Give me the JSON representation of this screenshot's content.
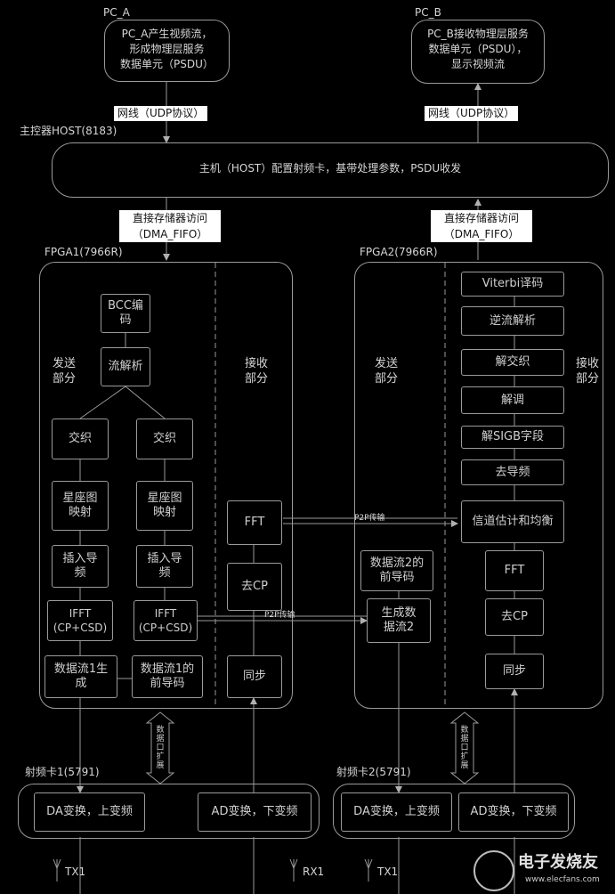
{
  "pc_a": {
    "title": "PC_A",
    "text": "PC_A产生视频流，\n形成物理层服务\n数据单元（PSDU）"
  },
  "pc_b": {
    "title": "PC_B",
    "text": "PC_B接收物理层服务\n数据单元（PSDU），\n显示视频流"
  },
  "links": {
    "udp_left": "网线（UDP协议）",
    "udp_right": "网线（UDP协议）",
    "dma_left": "直接存储器访问\n（DMA_FIFO）",
    "dma_right": "直接存储器访问\n（DMA_FIFO）",
    "p2p_fft": "P2P传输",
    "p2p_ifft": "P2P传输"
  },
  "host": {
    "title": "主控器HOST(8183)",
    "text": "主机（HOST）配置射频卡，基带处理参数，PSDU收发"
  },
  "fpga1": {
    "title": "FPGA1(7966R)",
    "tx_label": "发送\n部分",
    "rx_label": "接收\n部分",
    "bcc": "BCC编\n码",
    "stream_parse": "流解析",
    "interleave_1": "交织",
    "interleave_2": "交织",
    "map_1": "星座图\n映射",
    "map_2": "星座图\n映射",
    "pilot_1": "插入导\n频",
    "pilot_2": "插入导\n频",
    "ifft_1": "IFFT\n(CP+CSD)",
    "ifft_2": "IFFT\n(CP+CSD)",
    "stream1_gen": "数据流1生\n成",
    "stream1_preamble": "数据流1的\n前导码",
    "fft": "FFT",
    "remove_cp": "去CP",
    "sync": "同步"
  },
  "fpga2": {
    "title": "FPGA2(7966R)",
    "tx_label": "发送\n部分",
    "rx_label": "接收\n部分",
    "viterbi": "Viterbi译码",
    "reverse_parse": "逆流解析",
    "deinterleave": "解交织",
    "demod": "解调",
    "sigb": "解SIGB字段",
    "remove_pilot": "去导频",
    "chan_est": "信道估计和均衡",
    "stream2_preamble": "数据流2的\n前导码",
    "stream2_gen": "生成数\n据流2",
    "fft": "FFT",
    "remove_cp": "去CP",
    "sync": "同步"
  },
  "rf1": {
    "title": "射频卡1(5791)",
    "da": "DA变换，上变频",
    "ad": "AD变换，下变频"
  },
  "rf2": {
    "title": "射频卡2(5791)",
    "da": "DA变换，上变频",
    "ad": "AD变换，下变频"
  },
  "port_label_left": "数据口扩展",
  "port_label_right": "数据口扩展",
  "antennas": {
    "tx1_left": "TX1",
    "rx1_left": "RX1",
    "tx1_right": "TX1"
  },
  "watermark": {
    "brand": "电子发烧友",
    "url": "www.elecfans.com"
  }
}
